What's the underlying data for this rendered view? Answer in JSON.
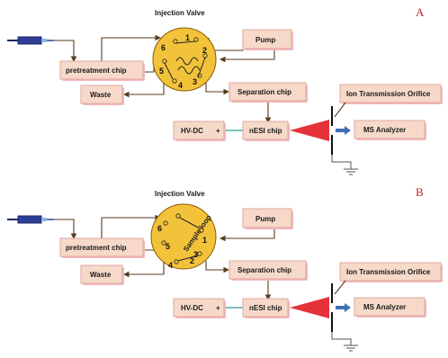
{
  "panels": [
    {
      "letter": "A",
      "valve_title": "Injection Valve",
      "ports": [
        "1",
        "2",
        "3",
        "4",
        "5",
        "6"
      ],
      "loop_label": "",
      "boxes": {
        "pump": "Pump",
        "pretreatment": "pretreatment chip",
        "waste": "Waste",
        "separation": "Separation chip",
        "hvdc": "HV-DC",
        "plus": "+",
        "nesi": "nESI chip",
        "ion": "Ion Transmission Orifice",
        "ms": "MS Analyzer"
      }
    },
    {
      "letter": "B",
      "valve_title": "Injection Valve",
      "ports": [
        "1",
        "2",
        "3",
        "4",
        "5",
        "6"
      ],
      "loop_label": "Sample loop",
      "boxes": {
        "pump": "Pump",
        "pretreatment": "pretreatment chip",
        "waste": "Waste",
        "separation": "Separation chip",
        "hvdc": "HV-DC",
        "plus": "+",
        "nesi": "nESI chip",
        "ion": "Ion Transmission Orifice",
        "ms": "MS Analyzer"
      }
    }
  ],
  "colors": {
    "valve_fill": "#f2c33a",
    "box_fill": "#f6d9c9",
    "box_glow": "#f3b8bd",
    "spray": "#e53238",
    "arrow_blue": "#3f6fb5",
    "wire": "#5a3b1f",
    "letter": "#c0202a"
  }
}
